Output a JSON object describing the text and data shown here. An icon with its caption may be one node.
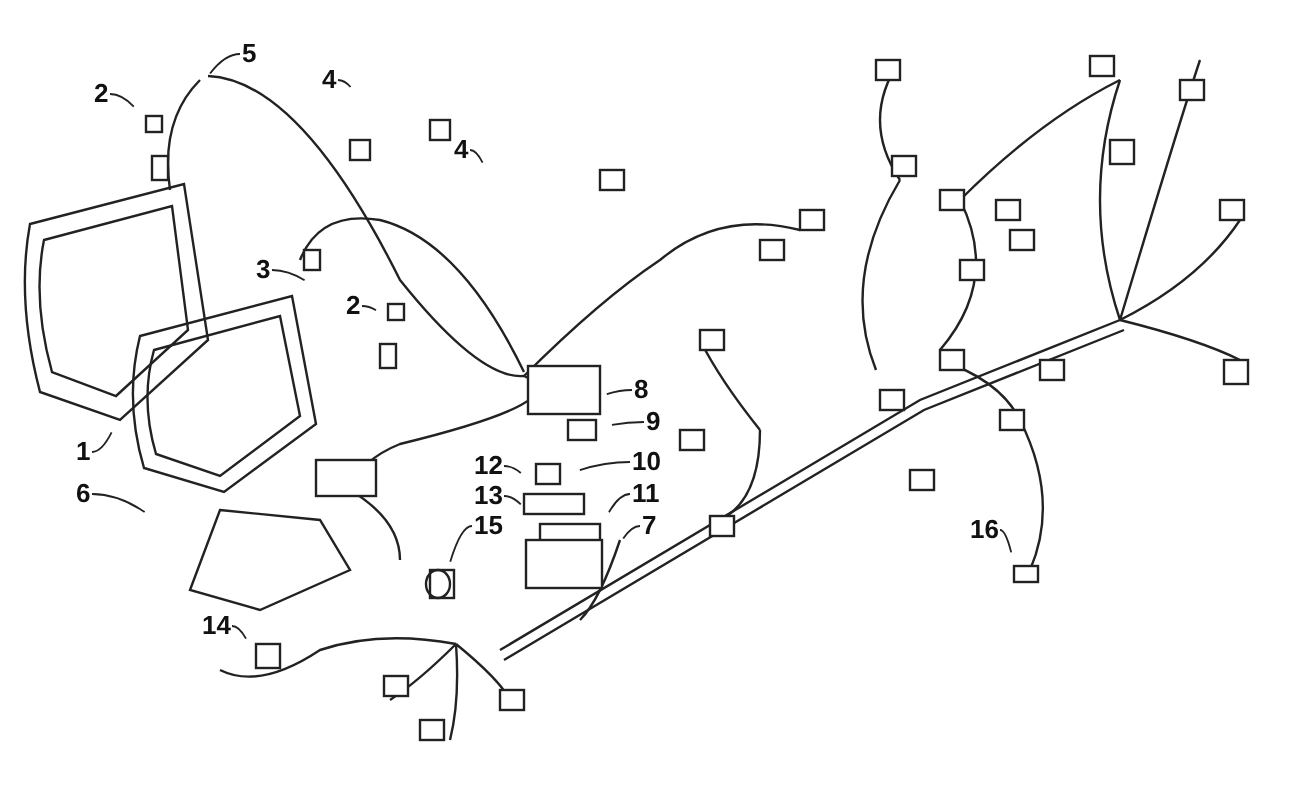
{
  "diagram": {
    "nodes": [
      {
        "text": [
          "5"
        ]
      },
      {
        "text": [
          "4"
        ]
      },
      {
        "text": [
          "2"
        ]
      },
      {
        "text": [
          "4"
        ]
      },
      {
        "text": [
          "3"
        ]
      },
      {
        "text": [
          "2"
        ]
      },
      {
        "text": [
          "8"
        ]
      },
      {
        "text": [
          "1"
        ]
      },
      {
        "text": [
          "9"
        ]
      },
      {
        "text": [
          "10"
        ]
      },
      {
        "text": [
          "6"
        ]
      },
      {
        "text": [
          "12"
        ]
      },
      {
        "text": [
          "11"
        ]
      },
      {
        "text": [
          "13"
        ]
      },
      {
        "text": [
          "7"
        ]
      },
      {
        "text": [
          "15"
        ]
      },
      {
        "text": [
          "16"
        ]
      },
      {
        "text": [
          "14"
        ]
      }
    ],
    "edges": [
      {
        "from": 0,
        "to": null,
        "arrow": "none"
      },
      {
        "from": 1,
        "to": null,
        "arrow": "none"
      },
      {
        "from": 2,
        "to": null,
        "arrow": "none"
      },
      {
        "from": 3,
        "to": null,
        "arrow": "none"
      },
      {
        "from": 4,
        "to": null,
        "arrow": "none"
      },
      {
        "from": 5,
        "to": null,
        "arrow": "none"
      },
      {
        "from": 6,
        "to": null,
        "arrow": "none"
      },
      {
        "from": 7,
        "to": null,
        "arrow": "none"
      },
      {
        "from": 8,
        "to": null,
        "arrow": "none"
      },
      {
        "from": 9,
        "to": null,
        "arrow": "none"
      },
      {
        "from": 10,
        "to": null,
        "arrow": "none"
      },
      {
        "from": 11,
        "to": null,
        "arrow": "none"
      },
      {
        "from": 12,
        "to": null,
        "arrow": "none"
      },
      {
        "from": 13,
        "to": null,
        "arrow": "none"
      },
      {
        "from": 14,
        "to": null,
        "arrow": "none"
      },
      {
        "from": 15,
        "to": null,
        "arrow": "none"
      },
      {
        "from": 16,
        "to": null,
        "arrow": "none"
      },
      {
        "from": 17,
        "to": null,
        "arrow": "none"
      }
    ]
  }
}
